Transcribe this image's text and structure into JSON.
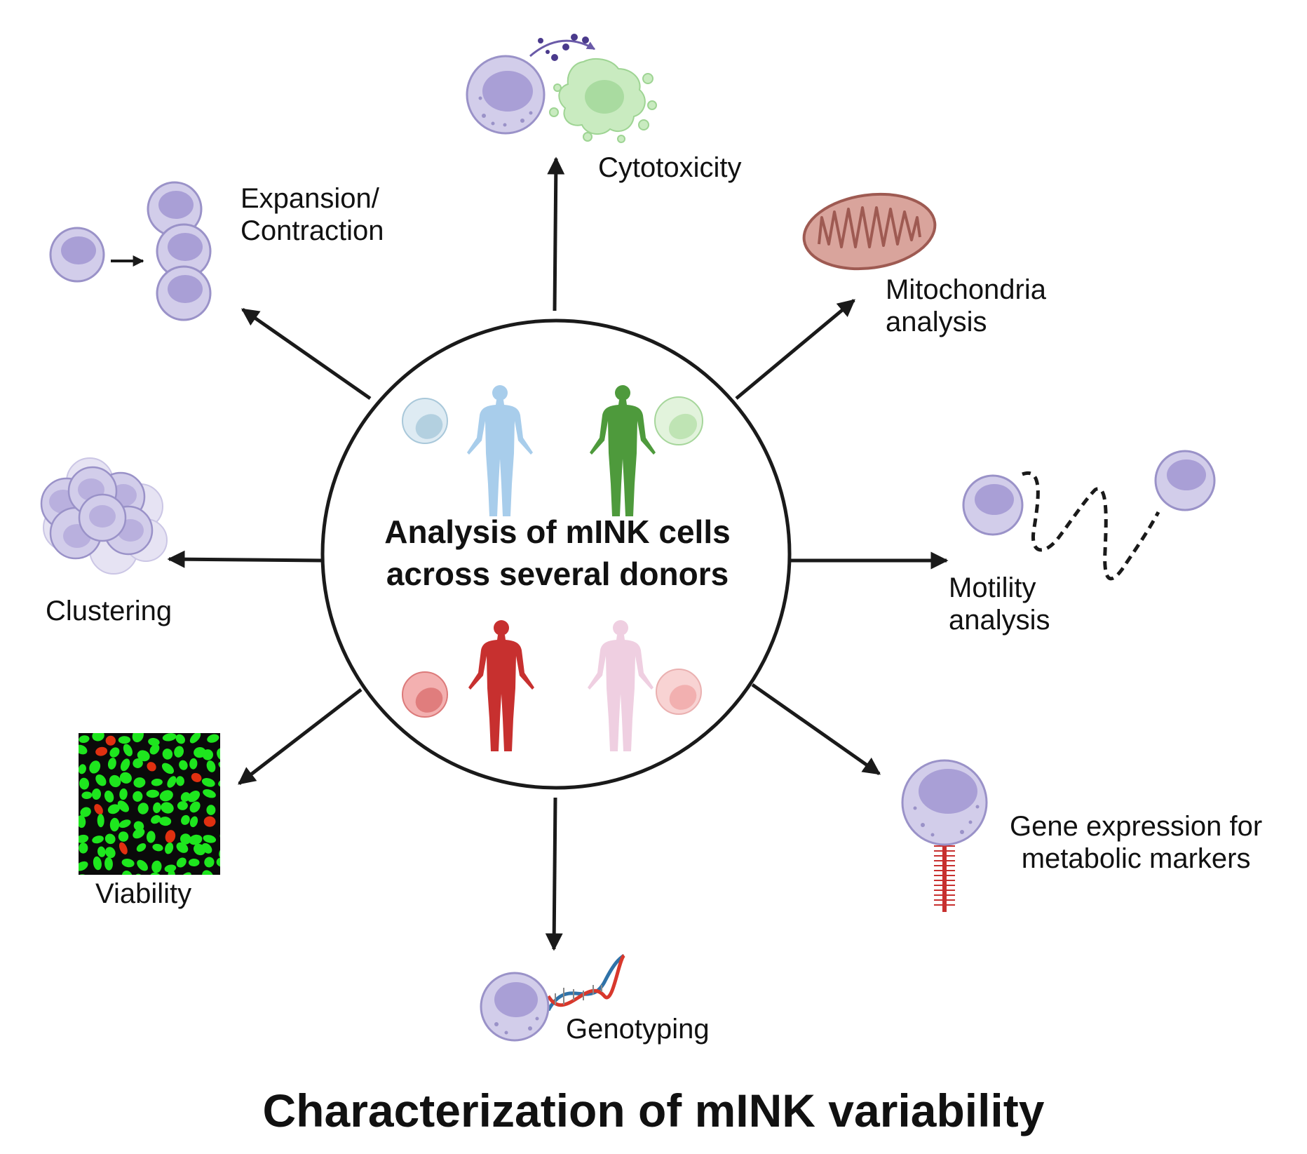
{
  "center": {
    "title": "Analysis of mINK cells\nacross several donors"
  },
  "labels": {
    "cytotoxicity": "Cytotoxicity",
    "expansion": "Expansion/\nContraction",
    "mitochondria": "Mitochondria\nanalysis",
    "clustering": "Clustering",
    "motility": "Motility\nanalysis",
    "viability": "Viability",
    "gene_expression": "Gene expression for\nmetabolic markers",
    "genotyping": "Genotyping"
  },
  "figure_title": "Characterization of mINK variability",
  "colors": {
    "cell_fill": "#d2cdea",
    "cell_stroke": "#9a92c8",
    "nucleus": "#a99fd6",
    "donor_blue": "#a8cdeb",
    "donor_green": "#4e9a3c",
    "donor_red": "#c7302f",
    "donor_pink": "#efcfe1",
    "dead_cell_green": "#c9ebc0",
    "mitochondria": "#c6867c",
    "viability_live": "#1ee61e",
    "viability_dead": "#e03010",
    "arrow": "#1a1a1a"
  }
}
